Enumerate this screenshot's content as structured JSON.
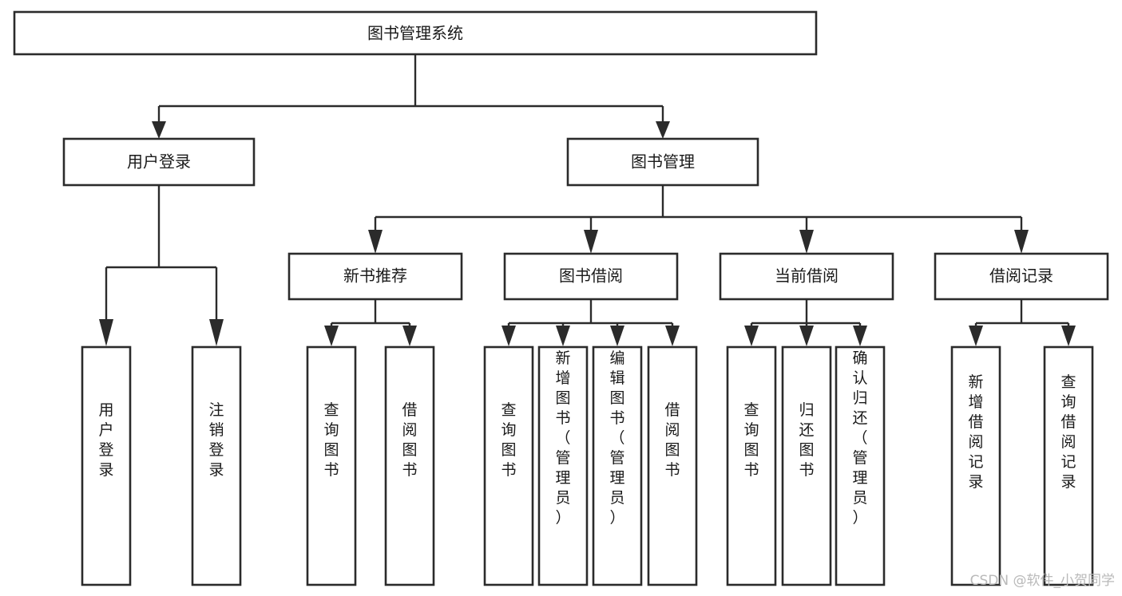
{
  "diagram": {
    "title": "图书管理系统",
    "type": "tree-hierarchy",
    "orientation": "top-down",
    "root": {
      "label": "图书管理系统",
      "orientation": "horizontal"
    },
    "level2": [
      {
        "label": "用户登录",
        "orientation": "horizontal"
      },
      {
        "label": "图书管理",
        "orientation": "horizontal"
      }
    ],
    "level3": [
      {
        "label": "新书推荐",
        "orientation": "horizontal"
      },
      {
        "label": "图书借阅",
        "orientation": "horizontal"
      },
      {
        "label": "当前借阅",
        "orientation": "horizontal"
      },
      {
        "label": "借阅记录",
        "orientation": "horizontal"
      }
    ],
    "leaves": [
      {
        "label": "用户登录",
        "orientation": "vertical",
        "parent": "用户登录"
      },
      {
        "label": "注销登录",
        "orientation": "vertical",
        "parent": "用户登录"
      },
      {
        "label": "查询图书",
        "orientation": "vertical",
        "parent": "新书推荐"
      },
      {
        "label": "借阅图书",
        "orientation": "vertical",
        "parent": "新书推荐"
      },
      {
        "label": "查询图书",
        "orientation": "vertical",
        "parent": "图书借阅"
      },
      {
        "label": "新增图书（管理员）",
        "orientation": "vertical",
        "parent": "图书借阅"
      },
      {
        "label": "编辑图书（管理员）",
        "orientation": "vertical",
        "parent": "图书借阅"
      },
      {
        "label": "借阅图书",
        "orientation": "vertical",
        "parent": "图书借阅"
      },
      {
        "label": "查询图书",
        "orientation": "vertical",
        "parent": "当前借阅"
      },
      {
        "label": "归还图书",
        "orientation": "vertical",
        "parent": "当前借阅"
      },
      {
        "label": "确认归还（管理员）",
        "orientation": "vertical",
        "parent": "当前借阅"
      },
      {
        "label": "新增借阅记录",
        "orientation": "vertical",
        "parent": "借阅记录"
      },
      {
        "label": "查询借阅记录",
        "orientation": "vertical",
        "parent": "借阅记录"
      }
    ]
  },
  "watermark": {
    "text": "CSDN @软件_小贺同学"
  },
  "colors": {
    "background": "#ffffff",
    "box_stroke": "#2b2b2b",
    "box_fill": "#ffffff",
    "text": "#1a1a1a",
    "watermark": "#b9b9b9"
  }
}
